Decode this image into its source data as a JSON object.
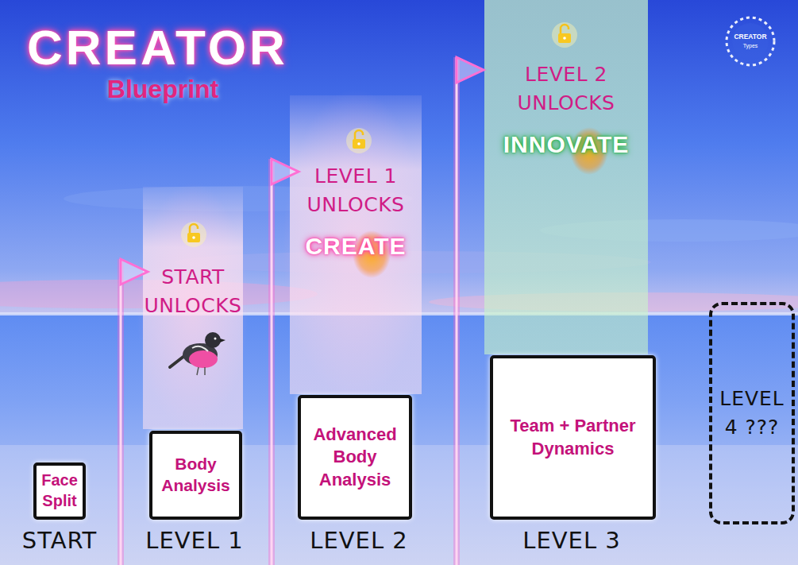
{
  "diagram": {
    "title": "CREATOR",
    "nodes": [
      {
        "text": [
          "Face Split"
        ]
      },
      {
        "text": [
          "START UNLOCKS"
        ]
      },
      {
        "text": [
          "Body Analysis"
        ]
      },
      {
        "text": [
          "LEVEL 1 UNLOCKS",
          "CREATE"
        ]
      },
      {
        "text": [
          "Advanced Body Analysis"
        ]
      },
      {
        "text": [
          "LEVEL 2 UNLOCKS",
          "INNOVATE"
        ]
      },
      {
        "text": [
          "Team + Partner Dynamics"
        ]
      },
      {
        "text": [
          "LEVEL 4 ???"
        ]
      }
    ],
    "labels": [
      "Blueprint",
      "CREATOR",
      "Types",
      "START",
      "LEVEL 1",
      "LEVEL 2",
      "LEVEL 3"
    ]
  }
}
